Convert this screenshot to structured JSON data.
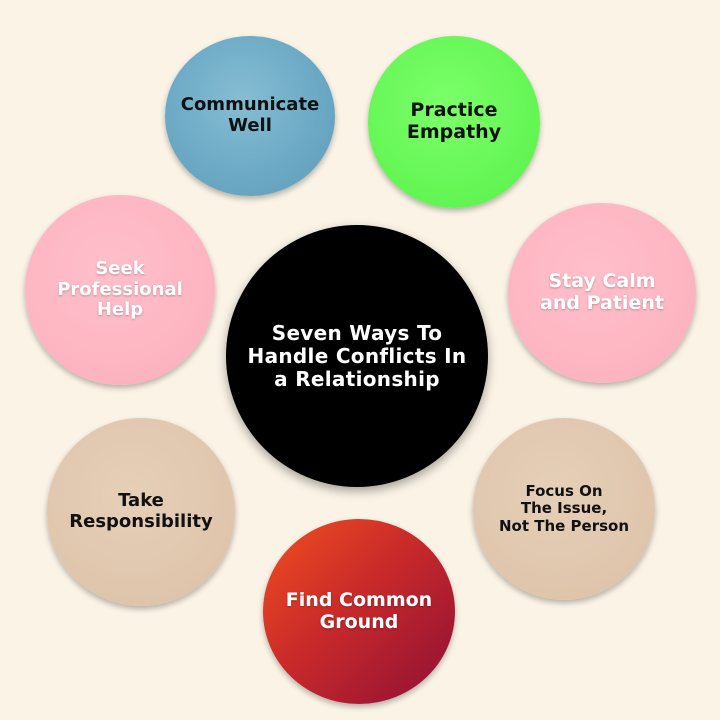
{
  "diagram": {
    "center": {
      "label": "Seven Ways To\nHandle Conflicts In\na Relationship",
      "color": "#000000",
      "text_color": "#ffffff"
    },
    "items": [
      {
        "label": "Communicate\nWell",
        "color": "#6aa8c4",
        "text_color": "#111111"
      },
      {
        "label": "Practice\nEmpathy",
        "color": "#62f553",
        "text_color": "#111111"
      },
      {
        "label": "Stay Calm\nand Patient",
        "color": "#fdb4c1",
        "text_color": "#ffffff"
      },
      {
        "label": "Focus On\nThe Issue,\nNot The Person",
        "color": "#dfc5ac",
        "text_color": "#111111"
      },
      {
        "label": "Find Common\nGround",
        "color": "#c92a2a",
        "text_color": "#ffffff"
      },
      {
        "label": "Take\nResponsibility",
        "color": "#dfc5ac",
        "text_color": "#111111"
      },
      {
        "label": "Seek\nProfessional\nHelp",
        "color": "#fdb4c1",
        "text_color": "#ffffff"
      }
    ]
  },
  "background_color": "#faf3e6"
}
